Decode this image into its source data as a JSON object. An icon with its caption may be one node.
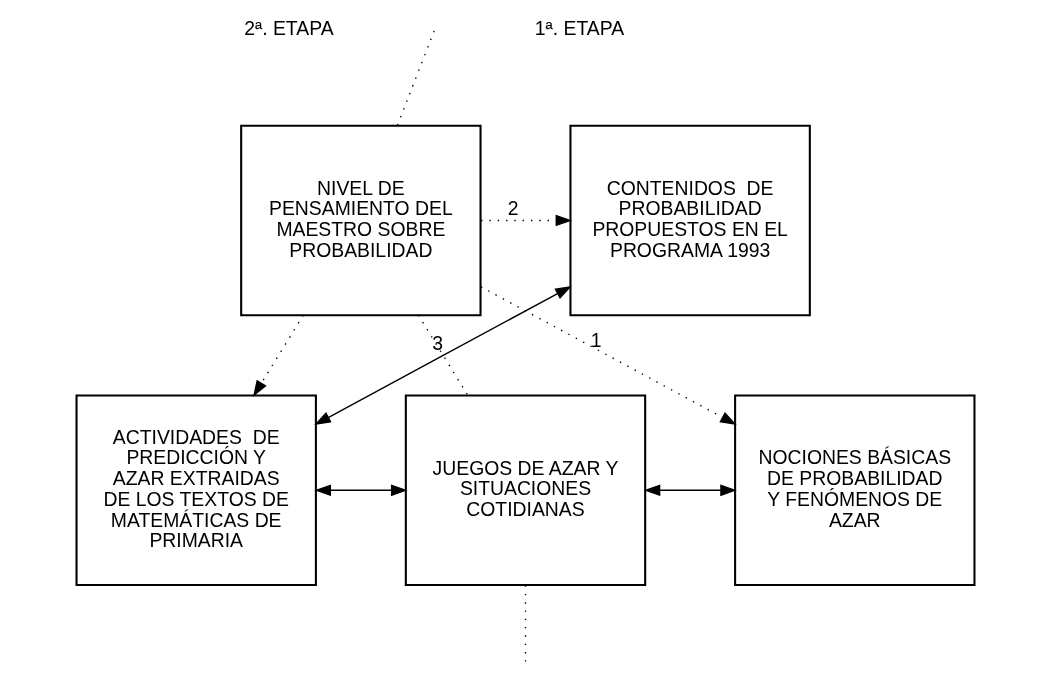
{
  "diagram": {
    "nodes": [
      {
        "text": [
          "CONTENIDOS  DE PROBABILIDAD PROPUESTOS EN EL PROGRAMA 1993"
        ]
      },
      {
        "text": [
          "NIVEL DE PENSAMIENTO DEL MAESTRO SOBRE PROBABILIDAD"
        ]
      },
      {
        "text": [
          "ACTIVIDADES  DE PREDICCIÓN Y AZAR EXTRAIDAS DE LOS TEXTOS DE MATEMÁTICAS DE PRIMARIA"
        ]
      },
      {
        "text": [
          "JUEGOS DE AZAR Y SITUACIONES COTIDIANAS"
        ]
      },
      {
        "text": [
          "NOCIONES BÁSICAS DE PROBABILIDAD Y FENÓMENOS DE AZAR"
        ]
      }
    ],
    "edges": [
      {
        "from": 1,
        "to": 0,
        "arrow": "to",
        "style": "dashed",
        "label": "2"
      },
      {
        "from": 1,
        "to": 4,
        "arrow": "to",
        "style": "dashed",
        "label": "1"
      },
      {
        "from": 1,
        "to": 2,
        "arrow": "to",
        "style": "dashed"
      },
      {
        "from": 0,
        "to": 2,
        "arrow": "both",
        "label": "3"
      },
      {
        "from": 2,
        "to": 3,
        "arrow": "both"
      },
      {
        "from": 3,
        "to": 4,
        "arrow": "both"
      },
      {
        "from": null,
        "to": 1,
        "arrow": "none",
        "style": "dashed"
      },
      {
        "from": 1,
        "to": 3,
        "arrow": "none",
        "style": "dashed"
      },
      {
        "from": 3,
        "to": null,
        "arrow": "none",
        "style": "dashed"
      }
    ],
    "labels": [
      "2ª. ETAPA",
      "1ª. ETAPA"
    ]
  }
}
